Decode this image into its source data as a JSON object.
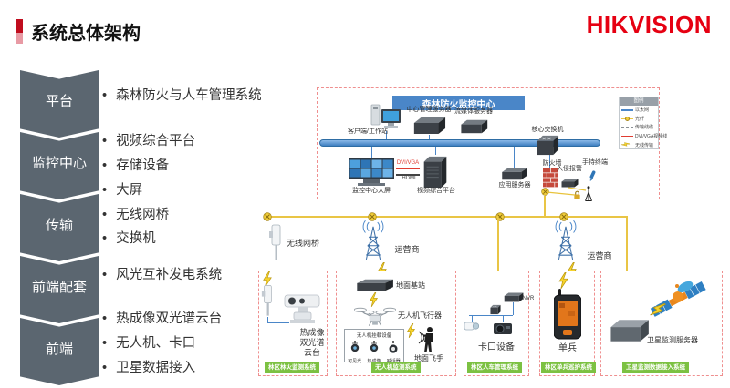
{
  "slide": {
    "title": "系统总体架构",
    "logo": "HIKVISION"
  },
  "sidebar": {
    "items": [
      {
        "label": "平台"
      },
      {
        "label": "监控中心"
      },
      {
        "label": "传输"
      },
      {
        "label": "前端配套"
      },
      {
        "label": "前端"
      }
    ]
  },
  "bullets": [
    "森林防火与人车管理系统",
    "视频综合平台",
    "存储设备",
    "大屏",
    "无线网桥",
    "交换机",
    "风光互补发电系统",
    "热成像双光谱云台",
    "无人机、卡口",
    "卫星数据接入"
  ],
  "diagram": {
    "center": {
      "title": "森林防火监控中心",
      "workstation": "客户端/工作站",
      "mgmt_server": "中心管理服务器",
      "media_server": "流媒体服务器",
      "video_wall": "监控中心大屏",
      "video_platform": "视频综合平台",
      "dvi": "DVI/VGA",
      "hdmi": "HDMI",
      "app_server": "应用服务器",
      "core_switch": "核心交换机",
      "firewall": "防火墙",
      "alarm": "入侵报警",
      "handheld": "手持终端"
    },
    "legend": {
      "title": "图例",
      "items": [
        {
          "label": "以太网"
        },
        {
          "label": "光纤"
        },
        {
          "label": "传输线缆"
        },
        {
          "label": "DVI/VGA视频线"
        },
        {
          "label": "无线传输"
        }
      ]
    },
    "transmission": {
      "bridge": "无线网桥",
      "carrier1": "运营商",
      "carrier2": "运营商"
    },
    "sections": {
      "thermal": {
        "line1": "热成像",
        "line2": "双光谱",
        "line3": "云台",
        "footer": "林区林火监测系统"
      },
      "uav": {
        "base": "地面基站",
        "aircraft": "无人机飞行器",
        "payload_title": "无人机挂载设备",
        "payloads": [
          {
            "label": "可见光"
          },
          {
            "label": "热成像"
          },
          {
            "label": "喊话器"
          }
        ],
        "pilot": "地面飞手",
        "footer": "无人机监测系统"
      },
      "checkpoint": {
        "nvr": "NVR",
        "label": "卡口设备",
        "footer": "林区人车管理系统"
      },
      "soldier": {
        "label": "单兵",
        "footer": "林区单兵巡护系统"
      },
      "satellite": {
        "label": "卫星监测服务器",
        "footer": "卫星监测数据接入系统"
      }
    },
    "colors": {
      "accent_red": "#e60012",
      "blue": "#4a86c8",
      "fiber_yellow": "#e9c545",
      "green": "#7cc142",
      "slate": "#5b6670",
      "dashed_red": "#ef8f8f"
    }
  }
}
